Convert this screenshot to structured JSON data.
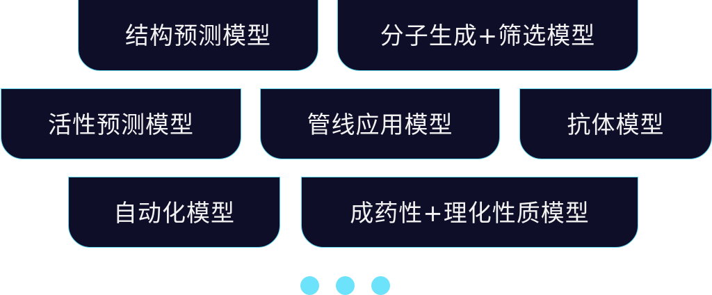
{
  "tiles": [
    {
      "label": "结构预测模型"
    },
    {
      "label": "分子生成+筛选模型"
    },
    {
      "label": "活性预测模型"
    },
    {
      "label": "管线应用模型"
    },
    {
      "label": "抗体模型"
    },
    {
      "label": "自动化模型"
    },
    {
      "label": "成药性+理化性质模型"
    }
  ],
  "pagination": {
    "dot_count": 3
  },
  "colors": {
    "tile_bg": "#0e0e28",
    "tile_border": "#5fd6f0",
    "dot": "#6de3fb",
    "text": "#f2f2f2"
  }
}
